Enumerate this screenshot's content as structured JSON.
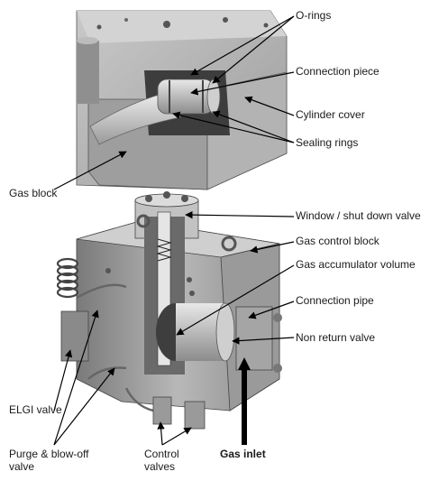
{
  "labels": {
    "o_rings": "O-rings",
    "connection_piece": "Connection piece",
    "cylinder_cover": "Cylinder cover",
    "sealing_rings": "Sealing rings",
    "gas_block": "Gas block",
    "window_valve": "Window / shut down valve",
    "gas_control_block": "Gas control block",
    "gas_accumulator": "Gas accumulator volume",
    "connection_pipe": "Connection pipe",
    "non_return_valve": "Non return valve",
    "elgi_valve": "ELGI valve",
    "purge_line1": "Purge & blow-off",
    "purge_line2": "valve",
    "control_line1": "Control",
    "control_line2": "valves",
    "gas_inlet": "Gas inlet"
  },
  "colors": {
    "metal_light": "#d9d9d9",
    "metal_mid": "#a8a8a8",
    "metal_dark": "#6e6e6e",
    "line": "#000000"
  }
}
